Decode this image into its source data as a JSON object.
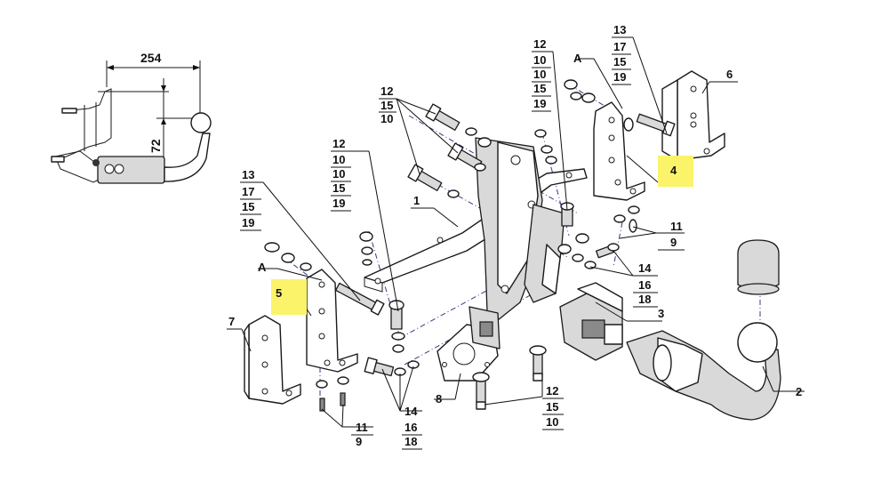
{
  "inset": {
    "dim_width": "254",
    "dim_height": "72"
  },
  "labels": {
    "A": "A",
    "n1": "1",
    "n2": "2",
    "n3": "3",
    "n4": "4",
    "n5": "5",
    "n6": "6",
    "n7": "7",
    "n8": "8",
    "n9": "9",
    "n10": "10",
    "n11": "11",
    "n12": "12",
    "n13": "13",
    "n14": "14",
    "n15": "15",
    "n16": "16",
    "n17": "17",
    "n18": "18",
    "n19": "19"
  },
  "colors": {
    "highlight": "#fbf36a",
    "axis_line": "#3a3a8a"
  }
}
